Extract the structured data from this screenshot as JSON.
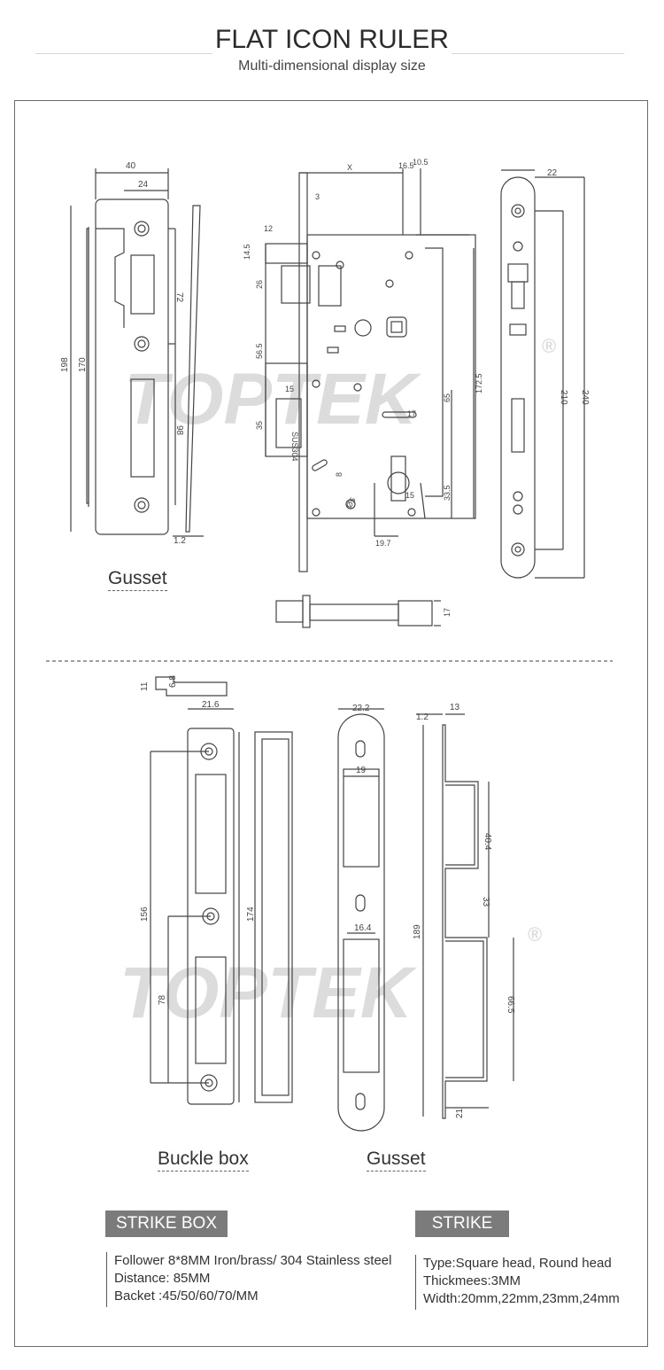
{
  "header": {
    "title": "FLAT ICON RULER",
    "subtitle": "Multi-dimensional display size"
  },
  "watermark": {
    "brand": "TOPTEK",
    "registered": "®",
    "color": "#d9d9d9"
  },
  "top_section": {
    "caption": "Gusset",
    "faceplate_dims": [
      "40",
      "24",
      "72",
      "198",
      "170",
      "98",
      "1.2"
    ],
    "body_dims": [
      "X",
      "16.5",
      "10.5",
      "3",
      "12",
      "14.5",
      "26",
      "56.5",
      "15",
      "35",
      "8",
      "17",
      "65",
      "172.5",
      "33.5",
      "15",
      "19.7",
      "Ø5",
      "17"
    ],
    "stamp": "SUS304",
    "cover_dims": [
      "22",
      "210",
      "240"
    ]
  },
  "bottom_section": {
    "caption_left": "Buckle box",
    "caption_right": "Gusset",
    "dims": [
      "11",
      "6.8",
      "21.6",
      "156",
      "78",
      "174",
      "22.2",
      "19",
      "16.4",
      "189",
      "1.2",
      "13",
      "40.4",
      "33",
      "66.5",
      "21"
    ]
  },
  "strike_box": {
    "label": "STRIKE BOX",
    "lines": [
      "Follower 8*8MM Iron/brass/ 304 Stainless steel",
      "Distance: 85MM",
      "Backet :45/50/60/70/MM"
    ]
  },
  "strike": {
    "label": "STRIKE",
    "lines": [
      "Type:Square head, Round head",
      "Thickmees:3MM",
      "Width:20mm,22mm,23mm,24mm"
    ]
  }
}
